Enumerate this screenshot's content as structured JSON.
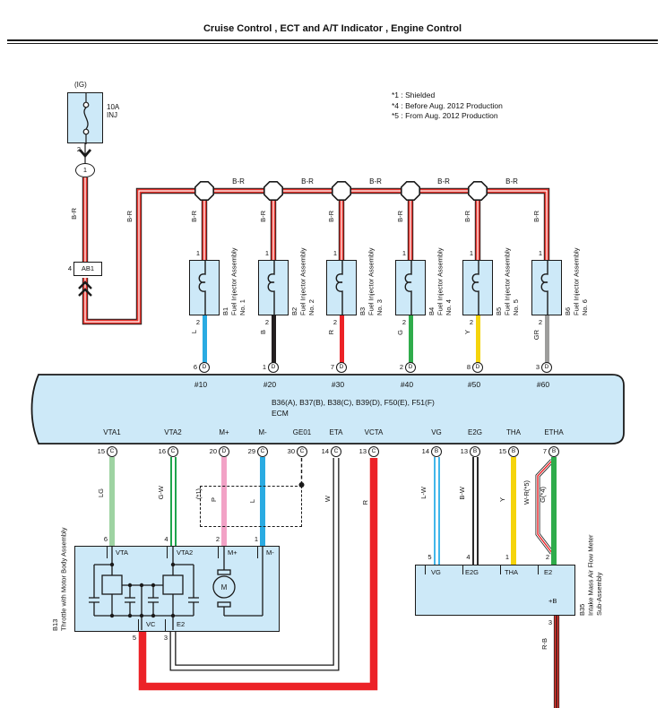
{
  "title": "Cruise Control , ECT and A/T Indicator , Engine Control",
  "legend": {
    "item1": "*1 : Shielded",
    "item2": "*4 : Before Aug. 2012 Production",
    "item3": "*5 : From Aug. 2012 Production"
  },
  "fuse": {
    "top_label": "(IG)",
    "rating": "10A",
    "name": "INJ",
    "pin": "2",
    "junction_pin": "1",
    "connector_pin": "4",
    "connector": "AB1"
  },
  "wire_labels": {
    "br": "B-R",
    "rb": "R-B",
    "lg": "LG",
    "gw": "G-W",
    "p": "P",
    "l": "L",
    "w": "W",
    "r": "R",
    "lw": "L-W",
    "bw": "B-W",
    "y": "Y",
    "wr5": "W-R(*5)",
    "g4": "G(*4)",
    "shield": "(*1)"
  },
  "injectors": [
    {
      "id": "B1",
      "name": "Fuel Injector Assembly",
      "no": "No. 1",
      "pin_top": "1",
      "pin_bottom": "2",
      "wire": "L",
      "ecm_pin": "6",
      "ecm_conn": "D",
      "ecm_port": "#10"
    },
    {
      "id": "B2",
      "name": "Fuel Injector Assembly",
      "no": "No. 2",
      "pin_top": "1",
      "pin_bottom": "2",
      "wire": "B",
      "ecm_pin": "1",
      "ecm_conn": "D",
      "ecm_port": "#20"
    },
    {
      "id": "B3",
      "name": "Fuel Injector Assembly",
      "no": "No. 3",
      "pin_top": "1",
      "pin_bottom": "2",
      "wire": "R",
      "ecm_pin": "7",
      "ecm_conn": "D",
      "ecm_port": "#30"
    },
    {
      "id": "B4",
      "name": "Fuel Injector Assembly",
      "no": "No. 4",
      "pin_top": "1",
      "pin_bottom": "2",
      "wire": "G",
      "ecm_pin": "2",
      "ecm_conn": "D",
      "ecm_port": "#40"
    },
    {
      "id": "B5",
      "name": "Fuel Injector Assembly",
      "no": "No. 5",
      "pin_top": "1",
      "pin_bottom": "2",
      "wire": "Y",
      "ecm_pin": "8",
      "ecm_conn": "D",
      "ecm_port": "#50"
    },
    {
      "id": "B6",
      "name": "Fuel Injector Assembly",
      "no": "No. 6",
      "pin_top": "1",
      "pin_bottom": "2",
      "wire": "GR",
      "ecm_pin": "3",
      "ecm_conn": "D",
      "ecm_port": "#60"
    }
  ],
  "ecm": {
    "codes": "B36(A), B37(B), B38(C), B39(D), F50(E), F51(F)",
    "name": "ECM",
    "bottom_pins": [
      {
        "label": "VTA1",
        "num": "15",
        "conn": "C"
      },
      {
        "label": "VTA2",
        "num": "16",
        "conn": "C"
      },
      {
        "label": "M+",
        "num": "20",
        "conn": "D"
      },
      {
        "label": "M-",
        "num": "29",
        "conn": "C"
      },
      {
        "label": "GE01",
        "num": "30",
        "conn": "C"
      },
      {
        "label": "ETA",
        "num": "14",
        "conn": "C"
      },
      {
        "label": "VCTA",
        "num": "13",
        "conn": "C"
      },
      {
        "label": "VG",
        "num": "14",
        "conn": "B"
      },
      {
        "label": "E2G",
        "num": "13",
        "conn": "B"
      },
      {
        "label": "THA",
        "num": "15",
        "conn": "B"
      },
      {
        "label": "ETHA",
        "num": "7",
        "conn": "B"
      }
    ]
  },
  "throttle": {
    "id": "B13",
    "name": "Throttle with Motor Body Assembly",
    "pin_vta": "VTA",
    "num_vta": "6",
    "pin_vta2": "VTA2",
    "num_vta2": "4",
    "pin_mp": "M+",
    "num_mp": "2",
    "pin_mm": "M-",
    "num_mm": "1",
    "pin_vc": "VC",
    "num_vc": "5",
    "pin_e2": "E2",
    "num_e2": "3",
    "motor": "M"
  },
  "afm": {
    "id": "B35",
    "name": "Intake Mass Air Flow Meter",
    "name2": "Sub-Assembly",
    "pin_vg": "VG",
    "num_vg": "5",
    "pin_e2g": "E2G",
    "num_e2g": "4",
    "pin_tha": "THA",
    "num_tha": "1",
    "pin_e2": "E2",
    "num_e2": "2",
    "pin_b": "+B",
    "num_b": "3"
  },
  "colors": {
    "box_fill": "#cde9f8",
    "line": "#1a1a1a",
    "wire_br_red": "#e8352e",
    "wire_l": "#2aabe2",
    "wire_b": "#231f20",
    "wire_r": "#ec2227",
    "wire_g": "#2fac4b",
    "wire_y": "#f5d40c",
    "wire_gr": "#9d9d9c",
    "wire_lg": "#9ed3a2",
    "wire_gw": "#1ea54c",
    "wire_p": "#f2a2c6",
    "wire_lw": "#41b6e9",
    "wire_bw": "#2b2b2b"
  }
}
